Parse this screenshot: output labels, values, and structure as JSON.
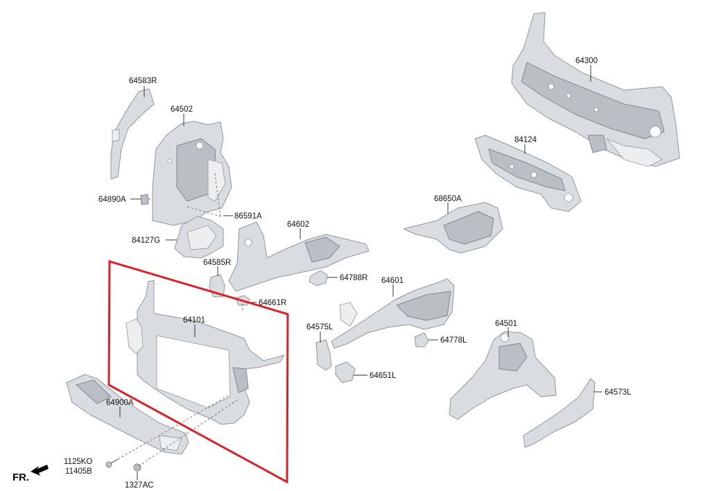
{
  "labels": {
    "p64300": "64300",
    "p84124": "84124",
    "p68650A": "68650A",
    "p64583R": "64583R",
    "p64502": "64502",
    "p64890A": "64890A",
    "p86591A": "86591A",
    "p84127G": "84127G",
    "p64602": "64602",
    "p64585R": "64585R",
    "p64788R": "64788R",
    "p64661R": "64661R",
    "p64601": "64601",
    "p64101": "64101",
    "p64575L": "64575L",
    "p64778L": "64778L",
    "p64501": "64501",
    "p64651L": "64651L",
    "p64573L": "64573L",
    "p64900A": "64900A",
    "p1125KO": "1125KO",
    "p11405B": "11405B",
    "p1327AC": "1327AC"
  },
  "direction": {
    "text": "FR."
  },
  "highlight": {
    "color": "#dd1f26"
  }
}
